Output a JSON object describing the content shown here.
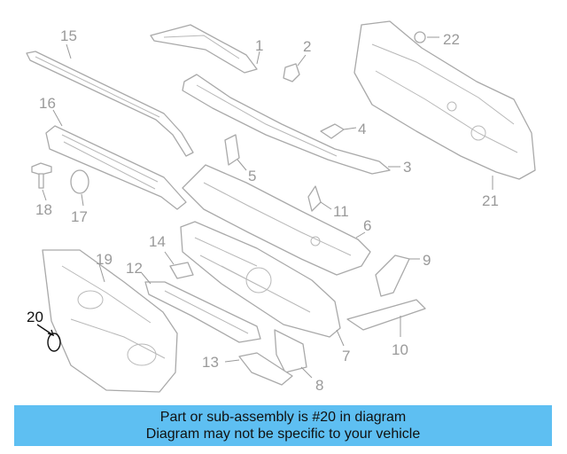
{
  "callouts": {
    "c1": "1",
    "c2": "2",
    "c3": "3",
    "c4": "4",
    "c5": "5",
    "c6": "6",
    "c7": "7",
    "c8": "8",
    "c9": "9",
    "c10": "10",
    "c11": "11",
    "c12": "12",
    "c13": "13",
    "c14": "14",
    "c15": "15",
    "c16": "16",
    "c17": "17",
    "c18": "18",
    "c19": "19",
    "c20": "20",
    "c21": "21",
    "c22": "22"
  },
  "highlighted_part": "20",
  "colors": {
    "banner": "#5ebff2",
    "line_art": "#a9a9a9",
    "highlight": "#111111"
  },
  "footer": {
    "line1": "Part or sub-assembly is #20 in diagram",
    "line2": "Diagram may not be specific to your vehicle"
  }
}
